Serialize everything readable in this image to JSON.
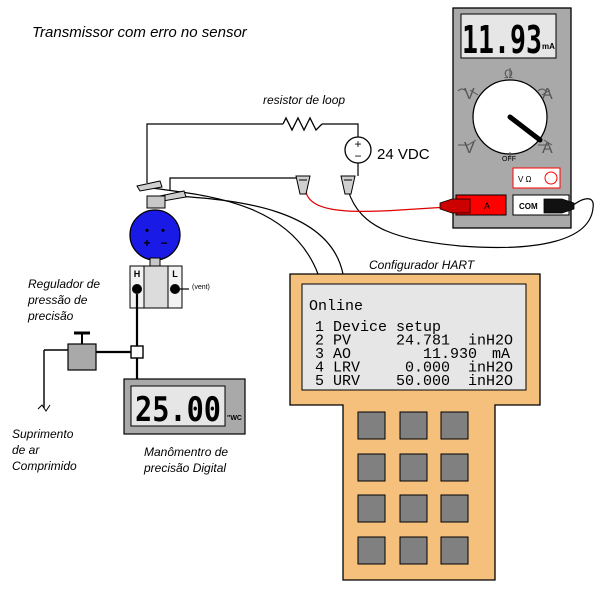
{
  "title": "Transmissor com erro no sensor",
  "loop": {
    "resistor_label": "resistor de loop",
    "supply_label": "24 VDC"
  },
  "multimeter": {
    "display_value": "11.93",
    "display_unit": "mA",
    "dial": {
      "ohm_symbol": "Ω",
      "v_ac_left": "V",
      "v_dc_left": "V",
      "a_ac_right": "A",
      "a_dc_right": "A",
      "off_label": "OFF"
    },
    "jack_vohm": "V Ω",
    "jack_a": "A",
    "jack_com": "COM"
  },
  "transmitter": {
    "high_port": "H",
    "low_port": "L",
    "vent_label": "(vent)"
  },
  "regulator_label": "Regulador de pressão de precisão",
  "air_supply_label": "Suprimento de ar Comprimido",
  "manometer": {
    "display_value": "25.00",
    "display_unit": "\"WC",
    "label": "Manômentro de precisão Digital"
  },
  "hart": {
    "label": "Configurador HART",
    "screen_title": "Online",
    "menu": [
      {
        "num": "1",
        "name": "Device setup",
        "value": "",
        "unit": ""
      },
      {
        "num": "2",
        "name": "PV",
        "value": "24.781",
        "unit": "inH2O"
      },
      {
        "num": "3",
        "name": "AO",
        "value": "11.930",
        "unit": "mA"
      },
      {
        "num": "4",
        "name": "LRV",
        "value": "0.000",
        "unit": "inH2O"
      },
      {
        "num": "5",
        "name": "URV",
        "value": "50.000",
        "unit": "inH2O"
      }
    ]
  },
  "colors": {
    "hart_body": "#f5c07c",
    "lcd_screen": "#e6e6e6",
    "keypad_key": "#808080",
    "meter_body": "#a9a9a9",
    "meter_jack_red": "#ff0000",
    "transmitter_blue": "#1a1ae6",
    "probe_wire_red": "#e00000"
  }
}
